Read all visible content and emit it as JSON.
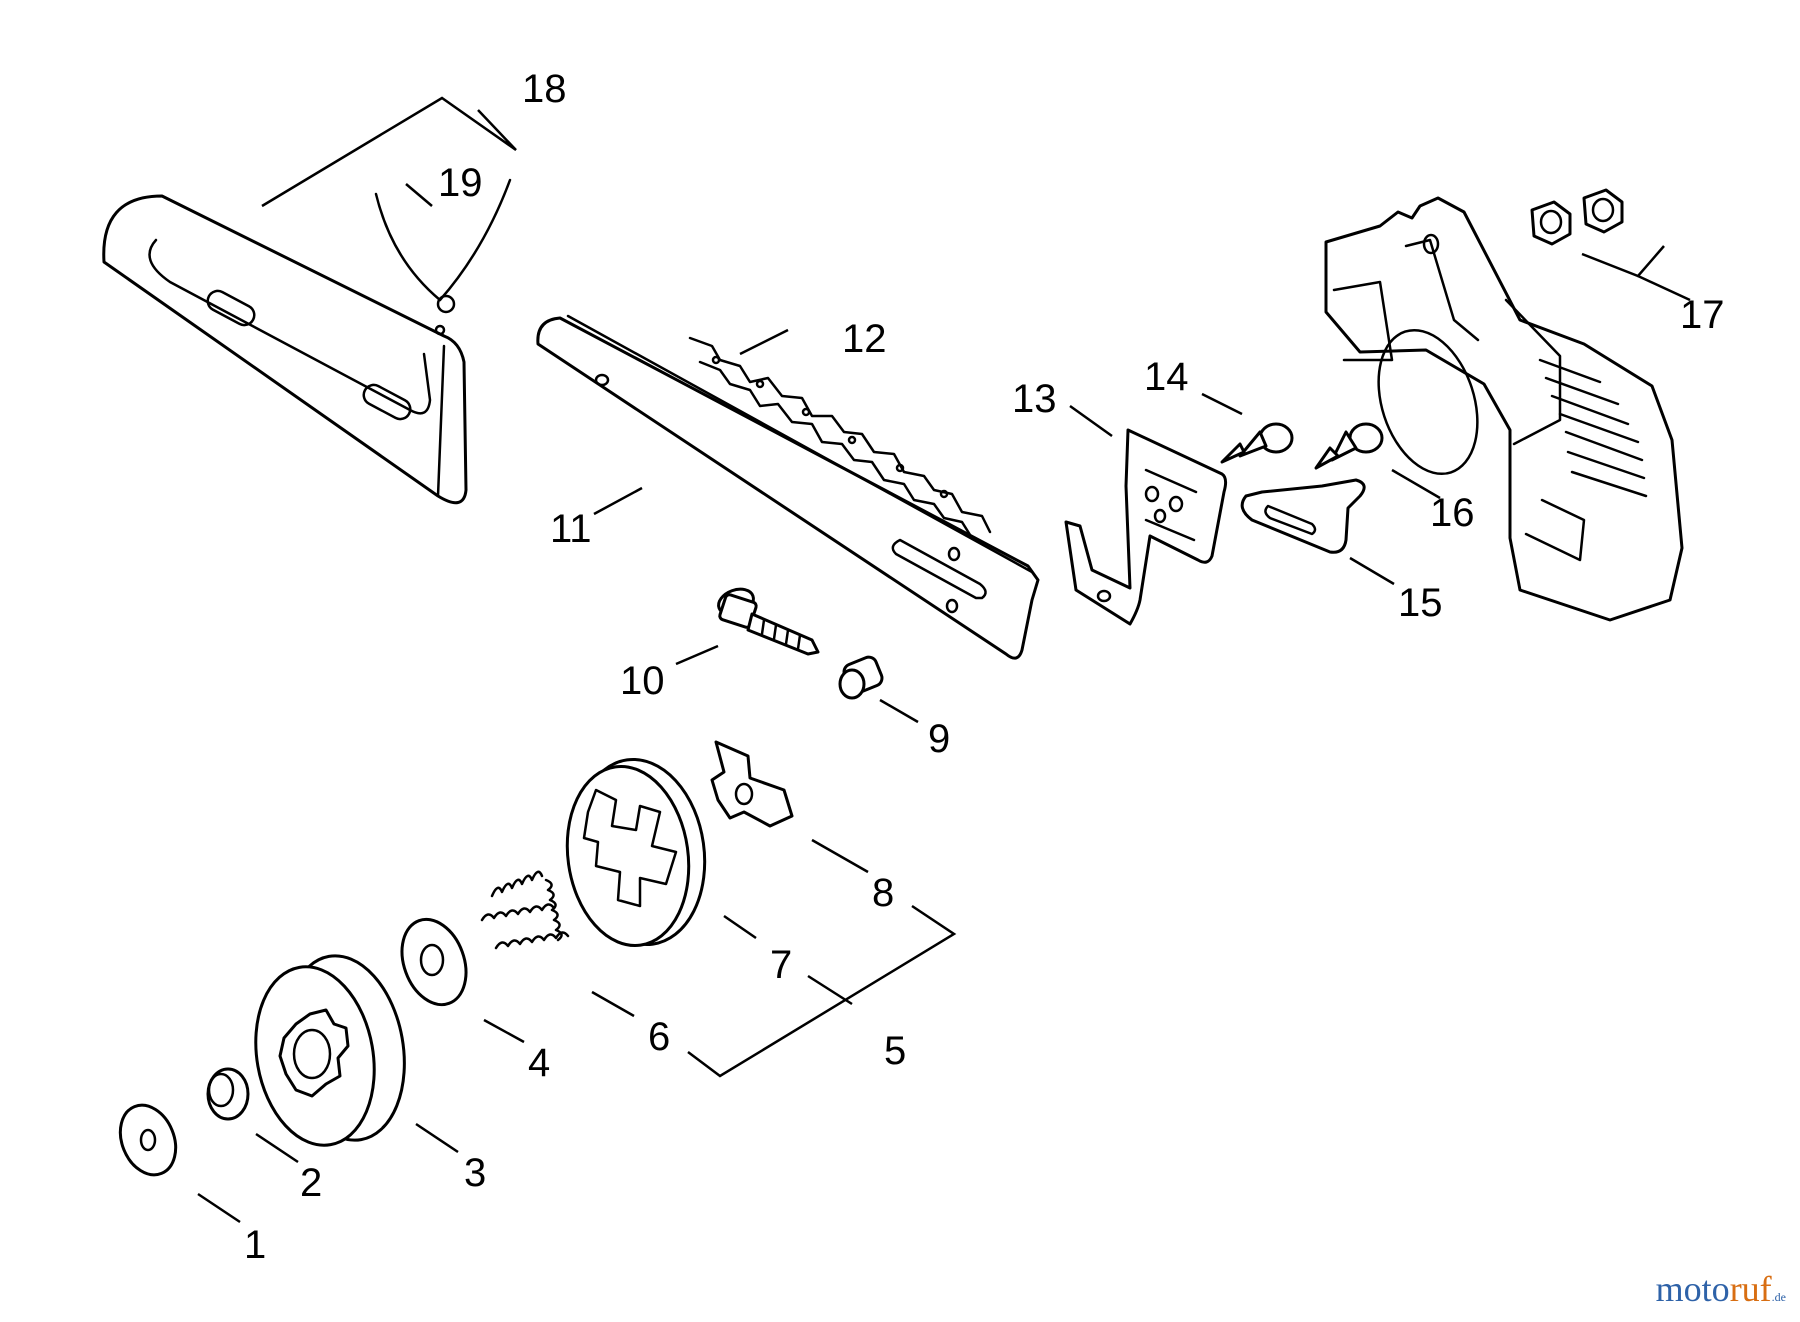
{
  "diagram": {
    "callouts": [
      "1",
      "2",
      "3",
      "4",
      "5",
      "6",
      "7",
      "8",
      "9",
      "10",
      "11",
      "12",
      "13",
      "14",
      "15",
      "16",
      "17",
      "18",
      "19"
    ]
  },
  "watermark": {
    "part_a": "moto",
    "part_b": "ruf",
    "suffix": ".de",
    "colors": {
      "a": "#2e62a8",
      "b": "#d86e12"
    }
  }
}
